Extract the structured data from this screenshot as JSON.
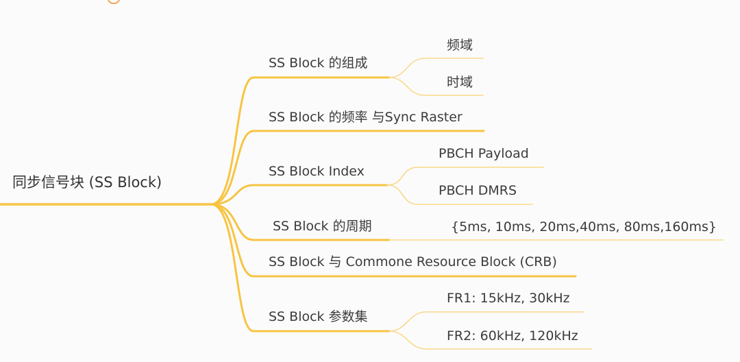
{
  "colors": {
    "branch": "#f7c443",
    "branch_light": "#f9d98a",
    "text": "#3b3b3b",
    "background": "#fbfbfb",
    "collapse_circle": "#f3a55a"
  },
  "root": {
    "label": "同步信号块 (SS Block)"
  },
  "branches": [
    {
      "label": "SS Block 的组成",
      "children": [
        {
          "label": "频域"
        },
        {
          "label": "时域"
        }
      ]
    },
    {
      "label": "SS Block 的频率 与Sync Raster",
      "children": []
    },
    {
      "label": "SS Block Index",
      "children": [
        {
          "label": "PBCH Payload"
        },
        {
          "label": "PBCH DMRS"
        }
      ]
    },
    {
      "label": "SS Block 的周期",
      "children": [
        {
          "label": "{5ms, 10ms, 20ms,40ms, 80ms,160ms}"
        }
      ]
    },
    {
      "label": "SS Block 与 Commone Resource Block (CRB)",
      "children": []
    },
    {
      "label": "SS Block 参数集",
      "children": [
        {
          "label": "FR1: 15kHz, 30kHz"
        },
        {
          "label": "FR2: 60kHz, 120kHz"
        }
      ]
    }
  ]
}
